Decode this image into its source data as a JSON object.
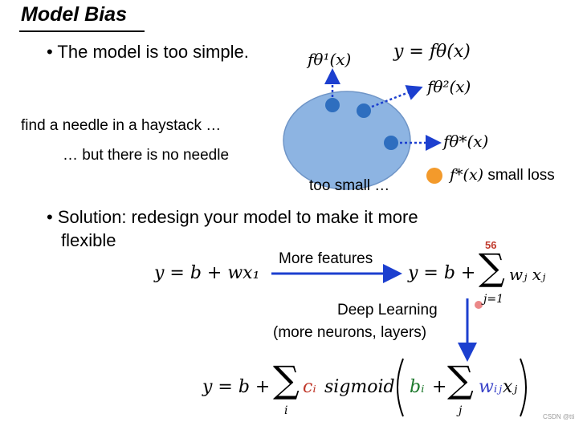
{
  "title": "Model Bias",
  "bullet1": "The model is too simple.",
  "bullet_marker": "•",
  "function_definition": "y = fθ(x)",
  "functions": {
    "f1": "fθ¹(x)",
    "f2": "fθ²(x)",
    "fstar": "fθ*(x)"
  },
  "left_text": {
    "line1": "find a needle in a haystack …",
    "line2": "… but there is no needle"
  },
  "too_small": "too small …",
  "optimal": {
    "label": "f*(x)",
    "suffix": "small loss"
  },
  "bullet2": {
    "line1": "Solution: redesign your model to make it more",
    "line2": "flexible"
  },
  "equations": {
    "linear": "y = b + wx₁",
    "more_features_label": "More features",
    "features_lhs": "y = b +",
    "sum_upper": "56",
    "sum_lower": "j=1",
    "features_term": "wⱼ xⱼ",
    "deep_label1": "Deep Learning",
    "deep_label2": "(more neurons, layers)",
    "deep_lhs": "y = b +",
    "deep_sum_lower": "i",
    "ci": "cᵢ",
    "sigmoid": "sigmoid",
    "bi": "bᵢ",
    "plus": "+",
    "inner_sum_lower": "j",
    "wij": "wᵢⱼ",
    "xj": "xⱼ"
  },
  "sigma": "∑",
  "watermark": "CSDN @tti",
  "colors": {
    "ellipse": "#8db4e2",
    "dot": "#2e6ebf",
    "arrow": "#1c3fcf",
    "orange": "#f39a2b"
  }
}
